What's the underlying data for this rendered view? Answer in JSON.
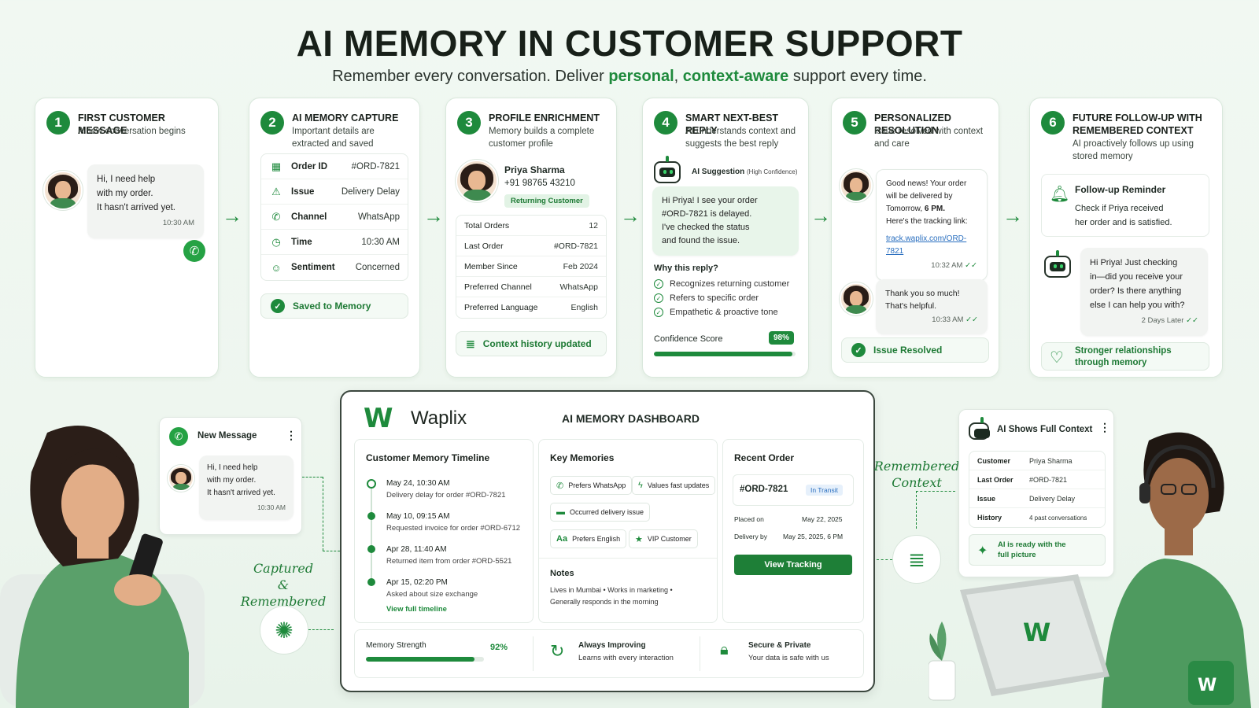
{
  "header": {
    "title": "AI MEMORY IN CUSTOMER SUPPORT",
    "subtitle_pre": "Remember every conversation. Deliver ",
    "subtitle_hl1": "personal",
    "subtitle_mid": ", ",
    "subtitle_hl2": "context-aware",
    "subtitle_post": " support every time."
  },
  "steps": [
    {
      "num": "1",
      "title": "FIRST CUSTOMER MESSAGE",
      "desc": "A new conversation begins"
    },
    {
      "num": "2",
      "title": "AI MEMORY CAPTURE",
      "desc": "Important details are extracted and saved"
    },
    {
      "num": "3",
      "title": "PROFILE ENRICHMENT",
      "desc": "Memory builds a complete customer profile"
    },
    {
      "num": "4",
      "title": "SMART NEXT-BEST REPLY",
      "desc": "AI understands context and suggests the best reply"
    },
    {
      "num": "5",
      "title": "PERSONALIZED RESOLUTION",
      "desc": "Issue resolved with context and care"
    },
    {
      "num": "6",
      "title": "FUTURE FOLLOW-UP WITH REMEMBERED CONTEXT",
      "desc": "AI proactively follows up using stored memory"
    }
  ],
  "step1": {
    "message_l1": "Hi, I need help",
    "message_l2": "with my order.",
    "message_l3": "It hasn't arrived yet.",
    "time": "10:30 AM"
  },
  "step2": {
    "rows": [
      {
        "icon": "calendar-icon",
        "k": "Order ID",
        "v": "#ORD-7821"
      },
      {
        "icon": "warning-icon",
        "k": "Issue",
        "v": "Delivery Delay"
      },
      {
        "icon": "whatsapp-icon",
        "k": "Channel",
        "v": "WhatsApp"
      },
      {
        "icon": "clock-icon",
        "k": "Time",
        "v": "10:30 AM"
      },
      {
        "icon": "face-icon",
        "k": "Sentiment",
        "v": "Concerned"
      }
    ],
    "saved": "Saved to Memory"
  },
  "step3": {
    "name": "Priya Sharma",
    "phone": "+91 98765 43210",
    "badge": "Returning Customer",
    "rows": [
      {
        "k": "Total Orders",
        "v": "12"
      },
      {
        "k": "Last Order",
        "v": "#ORD-7821"
      },
      {
        "k": "Member Since",
        "v": "Feb 2024"
      },
      {
        "k": "Preferred Channel",
        "v": "WhatsApp"
      },
      {
        "k": "Preferred Language",
        "v": "English"
      }
    ],
    "updated": "Context history updated"
  },
  "step4": {
    "suggestion": "AI Suggestion",
    "confidence_tag": "(High Confidence)",
    "reply_l1": "Hi Priya! I see your order",
    "reply_l2": "#ORD-7821 is delayed.",
    "reply_l3": "I've checked the status",
    "reply_l4": "and found the issue.",
    "why": "Why this reply?",
    "reasons": [
      "Recognizes returning customer",
      "Refers to specific order",
      "Empathetic & proactive tone"
    ],
    "score_label": "Confidence Score",
    "score": "98%",
    "score_fraction": 0.98
  },
  "step5": {
    "agent_l1": "Good news! Your order",
    "agent_l2": "will be delivered by",
    "agent_l3": "Tomorrow, ",
    "agent_l3b": "6 PM.",
    "agent_l4": "Here's the tracking link:",
    "link": "track.waplix.com/ORD-7821",
    "agent_time": "10:32 AM",
    "cust_l1": "Thank you so much!",
    "cust_l2": "That's helpful.",
    "cust_time": "10:33 AM",
    "resolved": "Issue Resolved"
  },
  "step6": {
    "reminder_title": "Follow-up Reminder",
    "reminder_l1": "Check if Priya received",
    "reminder_l2": "her order and is satisfied.",
    "msg_l1": "Hi Priya! Just checking",
    "msg_l2": "in—did you receive your",
    "msg_l3": "order? Is there anything",
    "msg_l4": "else I can help you with?",
    "msg_time": "2 Days Later",
    "footer_l1": "Stronger relationships",
    "footer_l2": "through memory"
  },
  "new_message": {
    "title": "New Message",
    "l1": "Hi, I need help",
    "l2": "with my order.",
    "l3": "It hasn't arrived yet.",
    "time": "10:30 AM"
  },
  "captured_label_l1": "Captured",
  "captured_label_l2": "& Remembered",
  "remembered_label_l1": "Remembered",
  "remembered_label_l2": "Context",
  "dashboard": {
    "brand": "Waplix",
    "title": "AI MEMORY DASHBOARD",
    "timeline_title": "Customer Memory Timeline",
    "timeline": [
      {
        "date": "May 24, 10:30 AM",
        "text": "Delivery delay for order #ORD-7821"
      },
      {
        "date": "May 10, 09:15 AM",
        "text": "Requested invoice for order #ORD-6712"
      },
      {
        "date": "Apr 28, 11:40 AM",
        "text": "Returned item from order #ORD-5521"
      },
      {
        "date": "Apr 15, 02:20 PM",
        "text": "Asked about size exchange"
      }
    ],
    "view_timeline": "View full timeline",
    "key_title": "Key Memories",
    "chips": [
      {
        "icon": "whatsapp-icon",
        "label": "Prefers WhatsApp"
      },
      {
        "icon": "bolt-icon",
        "label": "Values fast updates"
      },
      {
        "icon": "truck-icon",
        "label": "Occurred delivery issue"
      },
      {
        "icon": "text-icon",
        "label": "Prefers English"
      },
      {
        "icon": "star-icon",
        "label": "VIP Customer"
      }
    ],
    "notes_title": "Notes",
    "notes_l1": "Lives in Mumbai • Works in marketing •",
    "notes_l2": "Generally responds in the morning",
    "order_title": "Recent Order",
    "order_id": "#ORD-7821",
    "order_status": "In Transit",
    "placed_k": "Placed on",
    "placed_v": "May 22, 2025",
    "delivery_k": "Delivery by",
    "delivery_v": "May 25, 2025, 6 PM",
    "tracking_btn": "View Tracking",
    "strength_label": "Memory Strength",
    "strength": "92%",
    "strength_fraction": 0.92,
    "improving_title": "Always Improving",
    "improving_desc": "Learns with every interaction",
    "secure_title": "Secure & Private",
    "secure_desc": "Your data is safe with us"
  },
  "context_card": {
    "title": "AI Shows Full Context",
    "rows": [
      {
        "k": "Customer",
        "v": "Priya Sharma"
      },
      {
        "k": "Last Order",
        "v": "#ORD-7821"
      },
      {
        "k": "Issue",
        "v": "Delivery Delay"
      },
      {
        "k": "History",
        "v": "4 past conversations"
      }
    ],
    "ready_l1": "AI is ready with the",
    "ready_l2": "full picture"
  },
  "colors": {
    "accent": "#1e8a3c",
    "bg": "#f1f8f2"
  }
}
